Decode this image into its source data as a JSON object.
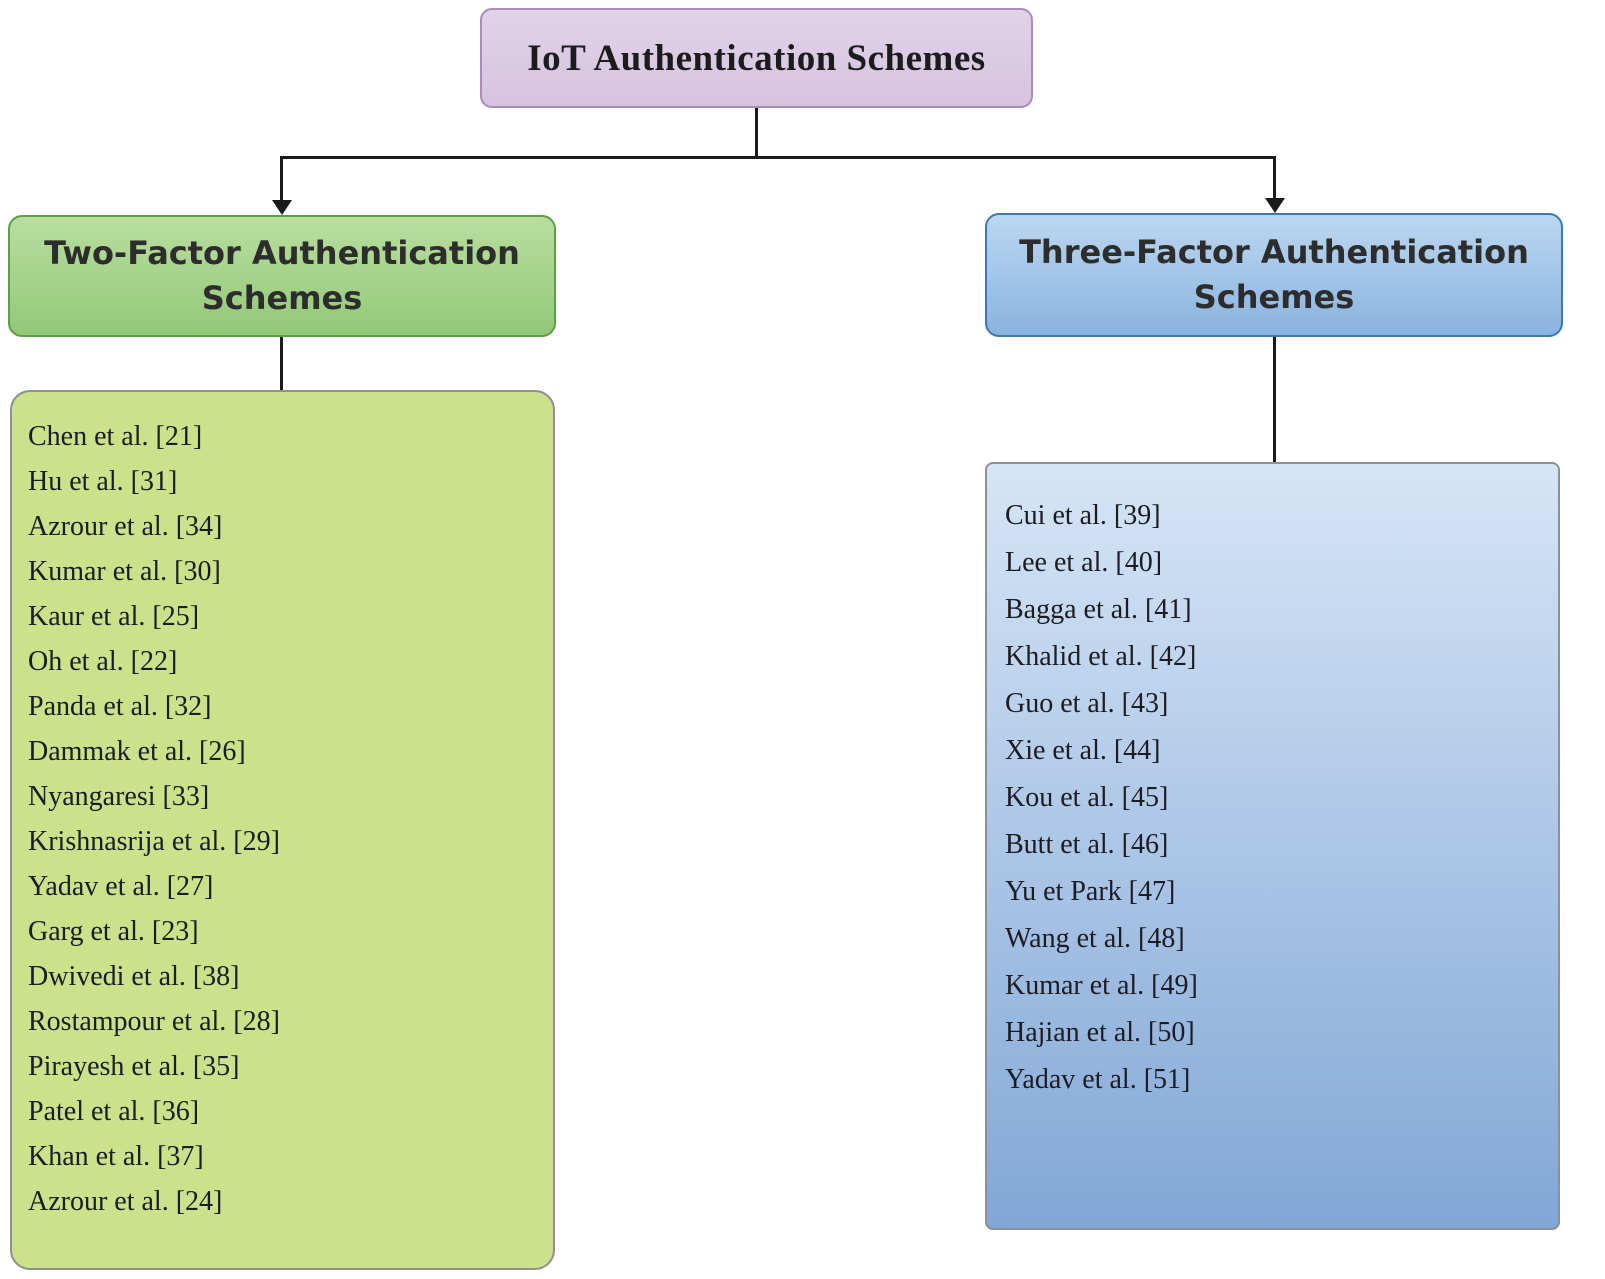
{
  "root": {
    "title": "IoT Authentication Schemes"
  },
  "branches": {
    "two_factor": {
      "title": "Two-Factor Authentication Schemes",
      "items": [
        "Chen et al. [21]",
        "Hu et al. [31]",
        "Azrour et al. [34]",
        "Kumar et al. [30]",
        "Kaur et al. [25]",
        "Oh et al. [22]",
        "Panda et al. [32]",
        "Dammak et al. [26]",
        "Nyangaresi [33]",
        "Krishnasrija et al. [29]",
        "Yadav et al. [27]",
        "Garg et al. [23]",
        "Dwivedi et al. [38]",
        "Rostampour et al. [28]",
        "Pirayesh et al. [35]",
        "Patel et al. [36]",
        "Khan et al. [37]",
        "Azrour et al. [24]"
      ]
    },
    "three_factor": {
      "title": "Three-Factor Authentication Schemes",
      "items": [
        "Cui et al. [39]",
        "Lee et al. [40]",
        "Bagga et al. [41]",
        "Khalid et al. [42]",
        "Guo et al. [43]",
        "Xie et al. [44]",
        "Kou et al. [45]",
        "Butt et al. [46]",
        "Yu et Park [47]",
        "Wang et al. [48]",
        "Kumar et al. [49]",
        "Hajian et al. [50]",
        "Yadav et al. [51]"
      ]
    }
  },
  "colors": {
    "root_fill": "#e1d2e8",
    "root_border": "#a98cbb",
    "two_factor_header_top": "#b9de9f",
    "two_factor_header_bottom": "#93c878",
    "two_factor_border": "#5f9e48",
    "two_factor_list_fill": "#cbe28b",
    "three_factor_header_top": "#bcd7f0",
    "three_factor_header_bottom": "#8ab3df",
    "three_factor_border": "#3c78b4",
    "three_factor_list_top": "#d6e5f6",
    "three_factor_list_bottom": "#82a7d6",
    "list_border": "#8f8f8f",
    "line_color": "#1a1a1a"
  }
}
